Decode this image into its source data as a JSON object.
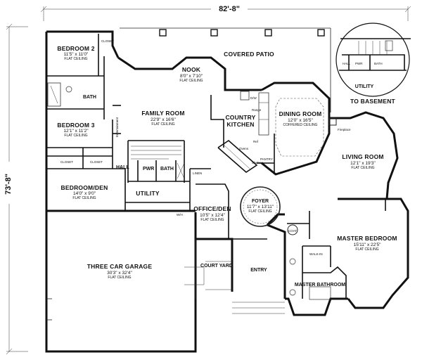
{
  "dimensions": {
    "width": "82'-8\"",
    "depth": "73'-8\""
  },
  "rooms": [
    {
      "id": "bedroom2",
      "name": "BEDROOM 2",
      "size": "11'5\" x 11'0\"",
      "ceiling": "FLAT CEILING"
    },
    {
      "id": "bedroom3",
      "name": "BEDROOM 3",
      "size": "12'1\" x 11'2\"",
      "ceiling": "FLAT CEILING"
    },
    {
      "id": "bedroom_den",
      "name": "BEDROOM/DEN",
      "size": "14'0\" x 9'0\"",
      "ceiling": "FLAT CEILING"
    },
    {
      "id": "family",
      "name": "FAMILY ROOM",
      "size": "22'9\" x 16'6\"",
      "ceiling": "FLAT CEILING"
    },
    {
      "id": "nook",
      "name": "NOOK",
      "size": "8'0\" x 7'10\"",
      "ceiling": "FLAT CEILING"
    },
    {
      "id": "dining",
      "name": "DINING ROOM",
      "size": "12'0\" x 16'5\"",
      "ceiling": "COFFERED CEILING"
    },
    {
      "id": "living",
      "name": "LIVING ROOM",
      "size": "12'1\" x 19'3\"",
      "ceiling": "FLAT CEILING"
    },
    {
      "id": "foyer",
      "name": "FOYER",
      "size": "11'7\" x 13'11\"",
      "ceiling": "FLAT CEILING"
    },
    {
      "id": "office",
      "name": "OFFICE/DEN",
      "size": "10'5\" x 12'4\"",
      "ceiling": "FLAT CEILING"
    },
    {
      "id": "master",
      "name": "MASTER BEDROOM",
      "size": "15'11\" x 22'5\"",
      "ceiling": "FLAT CEILING"
    },
    {
      "id": "garage",
      "name": "THREE CAR GARAGE",
      "size": "30'3\" x 32'4\"",
      "ceiling": "FLAT CEILING"
    }
  ],
  "labels": {
    "covered_patio": "COVERED PATIO",
    "country": "COUNTRY",
    "kitchen": "KITCHEN",
    "utility": "UTILITY",
    "utility_inset": "UTILITY",
    "to_basement": "TO BASEMENT",
    "court_yard": "COURT YARD",
    "entry": "ENTRY",
    "master_bath": "MASTER BATHROOM",
    "walk_in": "WALK-IN",
    "closet": "CLOSET",
    "closet_b": "CLOSET",
    "closet_c": "CLOSET",
    "bath": "BATH",
    "bath2": "BATH",
    "bath_inset": "BATH",
    "pwr": "PWR",
    "pwr_inset": "PWR",
    "hall": "HALL",
    "hall_inset": "HALL",
    "linen": "LINEN",
    "coat": "COAT",
    "pantry": "PANTRY",
    "range": "Range",
    "ovens": "Ovens",
    "shelves": "Shelves",
    "ref": "Ref",
    "dw": "D/W",
    "fireplace": "Fireplace",
    "entertainment": "Entertainment",
    "wh": "W/H"
  }
}
